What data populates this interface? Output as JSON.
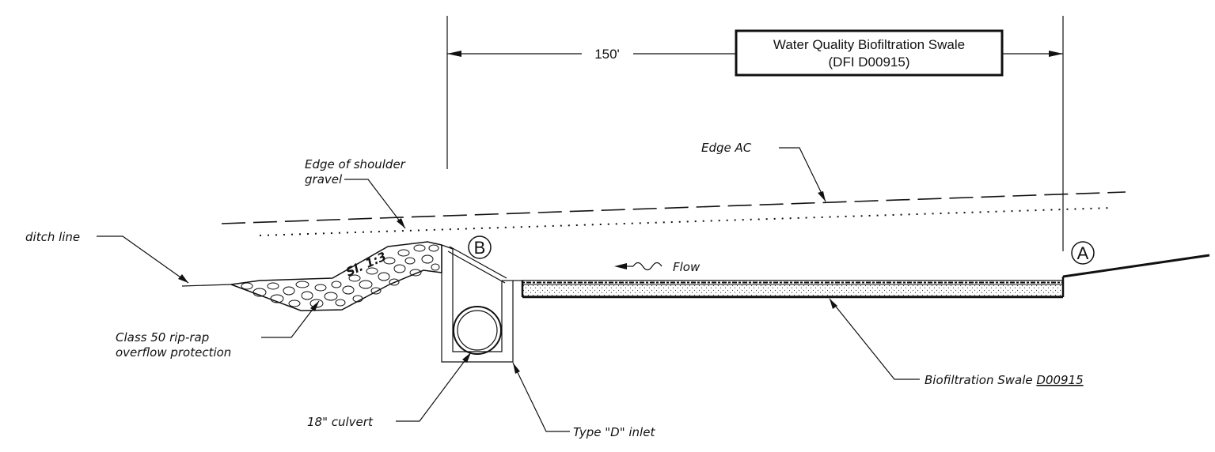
{
  "title_box": {
    "line1": "Water Quality Biofiltration Swale",
    "line2": "(DFI D00915)"
  },
  "dimension": {
    "label": "150'"
  },
  "labels": {
    "edge_ac": "Edge AC",
    "edge_shoulder_1": "Edge of shoulder",
    "edge_shoulder_2": "gravel",
    "ditch_line": "ditch line",
    "slope": "Sl. 1:3",
    "flow": "Flow",
    "riprap_1": "Class 50 rip-rap",
    "riprap_2": "overflow protection",
    "culvert": "18\" culvert",
    "inlet": "Type \"D\" inlet",
    "swale_prefix": "Biofiltration Swale ",
    "swale_code": "D00915"
  },
  "markers": {
    "b": "B",
    "a": "A"
  }
}
